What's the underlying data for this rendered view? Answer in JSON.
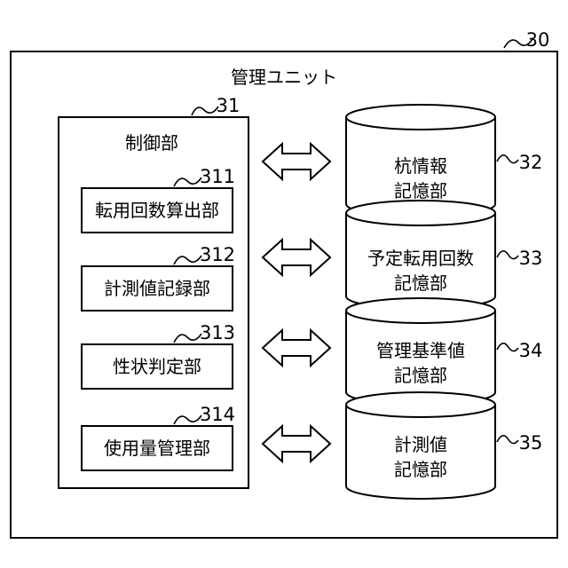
{
  "figure": {
    "unit_ref": "30",
    "unit_title": "管理ユニット",
    "controller": {
      "ref": "31",
      "title": "制御部",
      "modules": [
        {
          "ref": "311",
          "label": "転用回数算出部"
        },
        {
          "ref": "312",
          "label": "計測値記録部"
        },
        {
          "ref": "313",
          "label": "性状判定部"
        },
        {
          "ref": "314",
          "label": "使用量管理部"
        }
      ]
    },
    "storages": [
      {
        "ref": "32",
        "line1": "杭情報",
        "line2": "記憶部"
      },
      {
        "ref": "33",
        "line1": "予定転用回数",
        "line2": "記憶部"
      },
      {
        "ref": "34",
        "line1": "管理基準値",
        "line2": "記憶部"
      },
      {
        "ref": "35",
        "line1": "計測値",
        "line2": "記憶部"
      }
    ]
  }
}
